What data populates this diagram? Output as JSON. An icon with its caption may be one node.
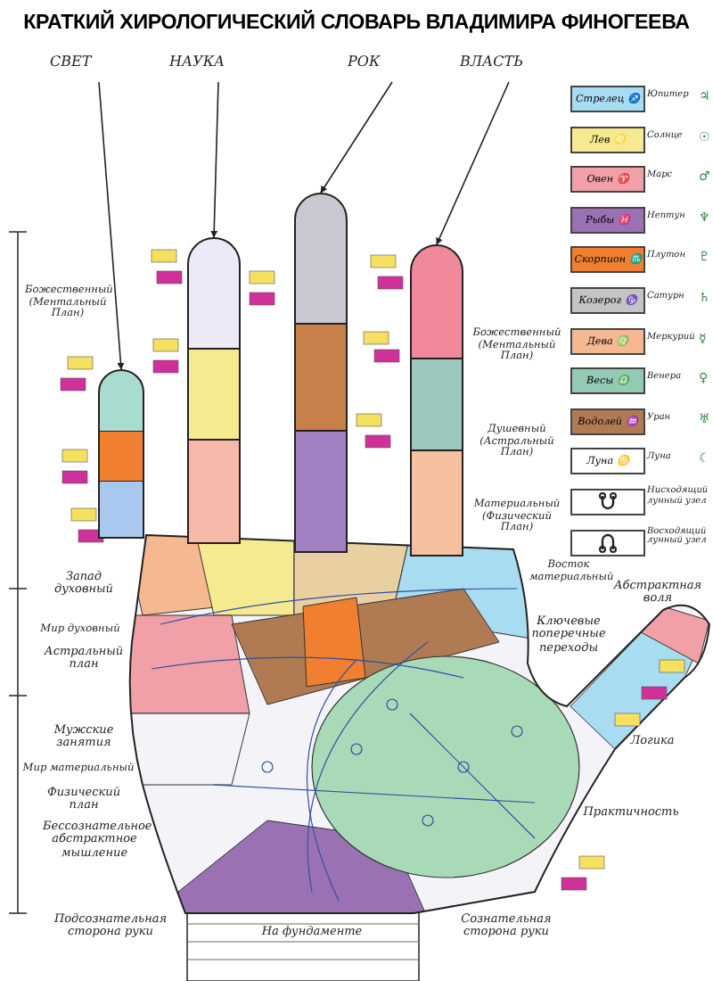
{
  "diagram": {
    "title": "КРАТКИЙ ХИРОЛОГИЧЕСКИЙ СЛОВАРЬ ВЛАДИМИРА ФИНОГЕЕВА",
    "nodes": [
      {
        "text": [
          "СВЕТ"
        ]
      },
      {
        "text": [
          "НАУКА"
        ]
      },
      {
        "text": [
          "РОК"
        ]
      },
      {
        "text": [
          "ВЛАСТЬ"
        ]
      },
      {
        "text": [],
        "shape": "picture"
      },
      {
        "text": [],
        "shape": "picture"
      },
      {
        "text": [],
        "shape": "picture"
      },
      {
        "text": [],
        "shape": "picture",
        "beside": [
          "Божественный (Ментальный План)",
          "Душевный (Астральный План)",
          "Материальный (Физический План)"
        ]
      }
    ],
    "edges": [
      {
        "from": 0,
        "to": 4,
        "arrow": "to"
      },
      {
        "from": 1,
        "to": 5,
        "arrow": "to"
      },
      {
        "from": 2,
        "to": 6,
        "arrow": "to"
      },
      {
        "from": 3,
        "to": 7,
        "arrow": "to"
      }
    ],
    "labels": [
      "Стрелец ♐",
      "♃",
      "Лев ♌",
      "☉",
      "Овен ♈",
      "♂",
      "Рыбы ♓",
      "♆",
      "Скорпион ♏",
      "♇",
      "Козерог ♑",
      "♄",
      "Дева ♍",
      "☿",
      "Весы ♎",
      "♀",
      "Водолей ♒",
      "♅",
      "Луна ♋",
      "☾",
      "Божественный (Ментальный План)",
      "Запад духовный",
      "Мир духовный",
      "Астральный план",
      "Восток материальный",
      "Мужские занятия",
      "Ключевые поперечные переходы",
      "Абстрактная воля",
      "Мир материальный",
      "Физический план",
      "Логика",
      "Бессознательное абстрактное мышление",
      "Практичность",
      "На фундаменте",
      "Подсознательная сторона руки",
      "Сознательная сторона руки"
    ],
    "legend": [
      {
        "text": "Юпитер",
        "color": "#a8dcf0"
      },
      {
        "text": "Солнце",
        "color": "#f6ea90"
      },
      {
        "text": "Марс",
        "color": "#f2a0a8"
      },
      {
        "text": "Нептун",
        "color": "#9a72b4"
      },
      {
        "text": "Плутон",
        "color": "#f08030"
      },
      {
        "text": "Сатурн",
        "color": "#c4c4c4"
      },
      {
        "text": "Меркурий",
        "color": "#f6b890"
      },
      {
        "text": "Венера",
        "color": "#94cab4"
      },
      {
        "text": "Уран",
        "color": "#b07a52"
      },
      {
        "text": "Луна",
        "color": "#ffffff"
      },
      {
        "text": "Нисходящий лунный узел"
      },
      {
        "text": "Восходящий лунный узел"
      }
    ]
  }
}
